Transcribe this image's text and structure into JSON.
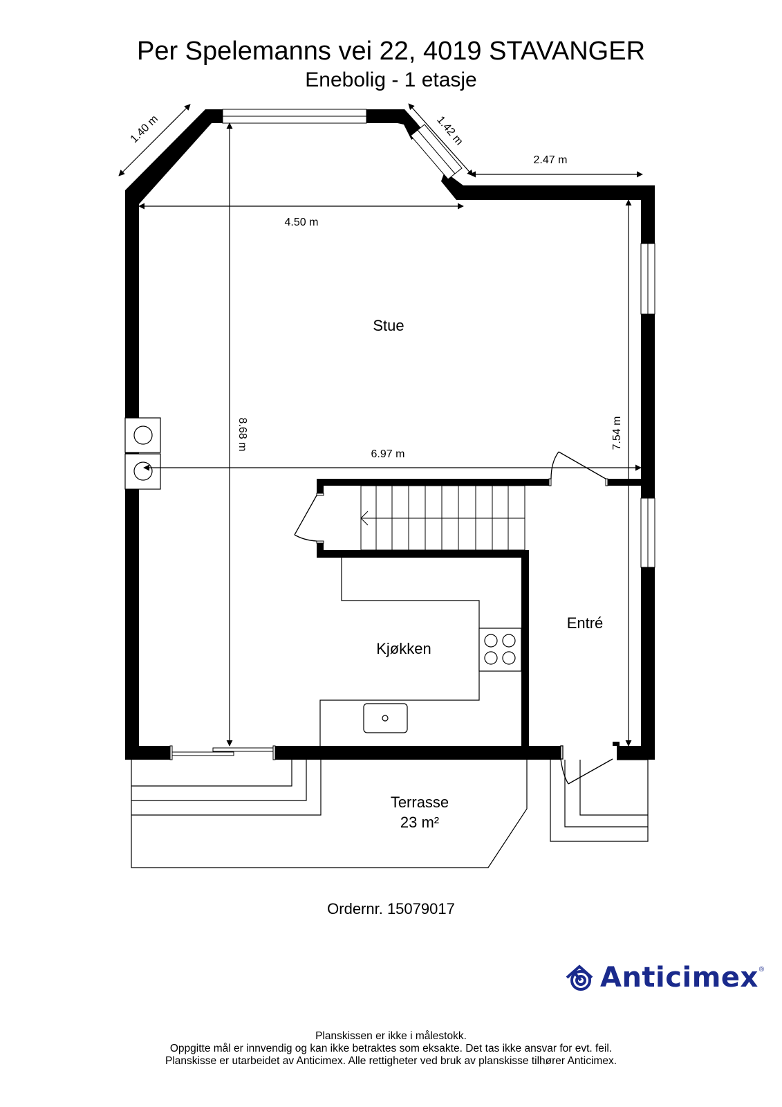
{
  "header": {
    "title": "Per Spelemanns vei 22, 4019 STAVANGER",
    "subtitle": "Enebolig  - 1 etasje"
  },
  "rooms": {
    "stue": "Stue",
    "kjokken": "Kjøkken",
    "entre": "Entré",
    "terrasse": "Terrasse",
    "terrasse_area": "23 m²"
  },
  "dimensions": {
    "diag_left": "1.40 m",
    "diag_right": "1.42 m",
    "top_right": "2.47 m",
    "width_stue": "4.50 m",
    "height_left": "8.68 m",
    "width_total": "6.97 m",
    "height_right": "7.54 m"
  },
  "footer": {
    "order": "Ordernr. 15079017",
    "logo_text": "Anticimex",
    "logo_reg": "®",
    "disclaimer": [
      "Planskissen er ikke i målestokk.",
      "Oppgitte mål er innvendig og kan ikke betraktes som eksakte. Det tas ikke ansvar for evt. feil.",
      "Planskisse er utarbeidet av Anticimex. Alle rettigheter ved bruk av planskisse tilhører Anticimex."
    ]
  },
  "colors": {
    "wall": "#000000",
    "brand": "#1a2a8c",
    "background": "#ffffff"
  }
}
